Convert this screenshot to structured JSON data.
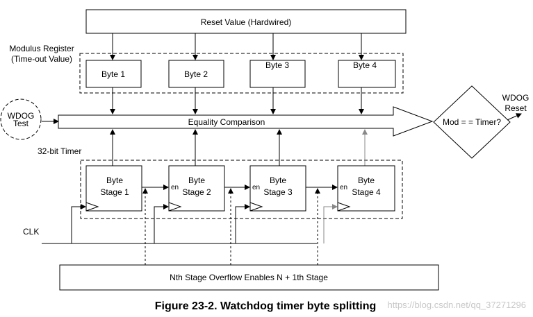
{
  "reset_value": "Reset Value (Hardwired)",
  "modulus_register": [
    "Modulus Register",
    "(Time-out Value)"
  ],
  "bytes": [
    "Byte 1",
    "Byte 2",
    "Byte 3",
    "Byte 4"
  ],
  "wdog_test": [
    "WDOG",
    "Test"
  ],
  "equality": "Equality Comparison",
  "mod_timer": "Mod = = Timer?",
  "wdog_reset": [
    "WDOG",
    "Reset"
  ],
  "timer_label": "32-bit Timer",
  "stages": [
    [
      "Byte",
      "Stage 1"
    ],
    [
      "Byte",
      "Stage 2"
    ],
    [
      "Byte",
      "Stage 3"
    ],
    [
      "Byte",
      "Stage 4"
    ]
  ],
  "enable_label": "en",
  "clk": "CLK",
  "overflow": "Nth Stage Overflow Enables N + 1th Stage",
  "caption": "Figure 23-2. Watchdog timer byte splitting",
  "watermark": "https://blog.csdn.net/qq_37271296"
}
